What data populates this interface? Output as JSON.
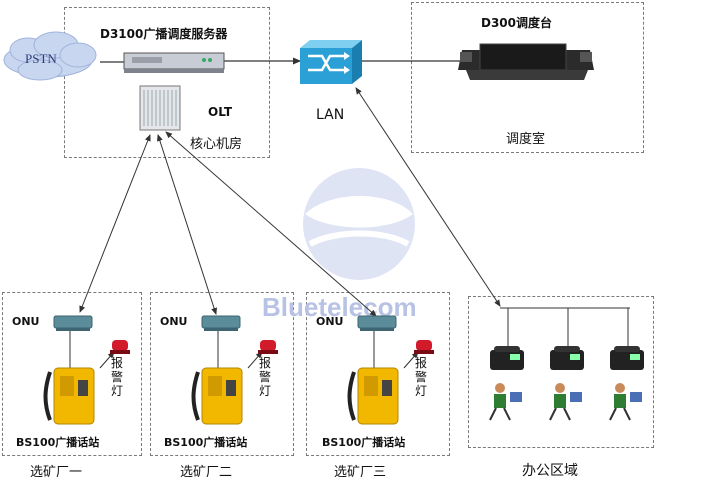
{
  "core_room": {
    "label": "核心机房",
    "server_label": "D3100广播调度服务器",
    "olt_label": "OLT"
  },
  "pstn_label": "PSTN",
  "lan_label": "LAN",
  "dispatch_room": {
    "label": "调度室",
    "console_label": "D300调度台"
  },
  "stations": [
    {
      "onu_label": "ONU",
      "alarm_label": "报警灯",
      "phone_label": "BS100广播话站",
      "area_label": "选矿厂一"
    },
    {
      "onu_label": "ONU",
      "alarm_label": "报警灯",
      "phone_label": "BS100广播话站",
      "area_label": "选矿厂二"
    },
    {
      "onu_label": "ONU",
      "alarm_label": "报警灯",
      "phone_label": "BS100广播话站",
      "area_label": "选矿厂三"
    }
  ],
  "office": {
    "label": "办公区域"
  },
  "watermark": "Bluetelecom",
  "colors": {
    "line": "#333333",
    "switch": "#2aa0d6",
    "phone_yellow": "#f2b800",
    "onu_teal": "#5a8c9a",
    "alarm_red": "#d11a2a",
    "cloud": "#c9d6ef"
  }
}
